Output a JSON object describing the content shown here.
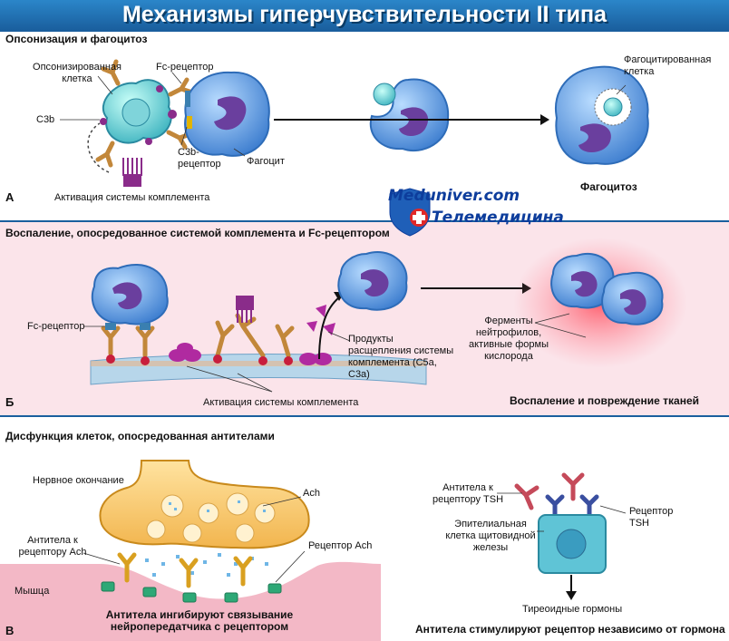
{
  "title": "Механизмы гиперчувствительности II типа",
  "panelA": {
    "title": "Опсонизация и фагоцитоз",
    "letter": "A",
    "opsonized_cell": "Опсонизированная клетка",
    "fc_receptor": "Fc-рецептор",
    "c3b": "C3b",
    "c3b_receptor": "C3b-рецептор",
    "phagocyte": "Фагоцит",
    "complement_activation": "Активация системы комплемента",
    "phagocytosed_cell": "Фагоцитированная клетка",
    "caption": "Фагоцитоз"
  },
  "watermark": {
    "line1": "Meduniver.com",
    "line2": "Телемедицина"
  },
  "panelB": {
    "title": "Воспаление, опосредованное системой комплемента и Fc-рецептором",
    "letter": "Б",
    "fc_receptor": "Fc-рецептор",
    "complement_activation": "Активация системы комплемента",
    "products": "Продукты расщепления системы комплемента (C5a, C3a)",
    "enzymes": "Ферменты нейтрофилов, активные формы кислорода",
    "caption": "Воспаление и повреждение тканей"
  },
  "panelC": {
    "title": "Дисфункция клеток, опосредованная антителами",
    "letter": "B",
    "nerve_ending": "Нервное окончание",
    "ach": "Ach",
    "antibody_ach": "Антитела к рецептору Ach",
    "receptor_ach": "Рецептор Ach",
    "muscle": "Мышца",
    "caption_left": "Антитела ингибируют связывание нейропередатчика с рецептором",
    "antibody_tsh": "Антитела к рецептору TSH",
    "receptor_tsh": "Рецептор TSH",
    "thyroid_cell": "Эпителиальная клетка щитовидной железы",
    "hormones": "Тиреоидные гормоны",
    "caption_right": "Антитела стимулируют рецептор независимо от гормона"
  },
  "colors": {
    "banner": "#1f6fb5",
    "panelB_bg": "#fbe4ea",
    "muscle": "#f3b8c6",
    "cell_blue": "#4f8fdc",
    "nucleus": "#6a3f9e"
  }
}
